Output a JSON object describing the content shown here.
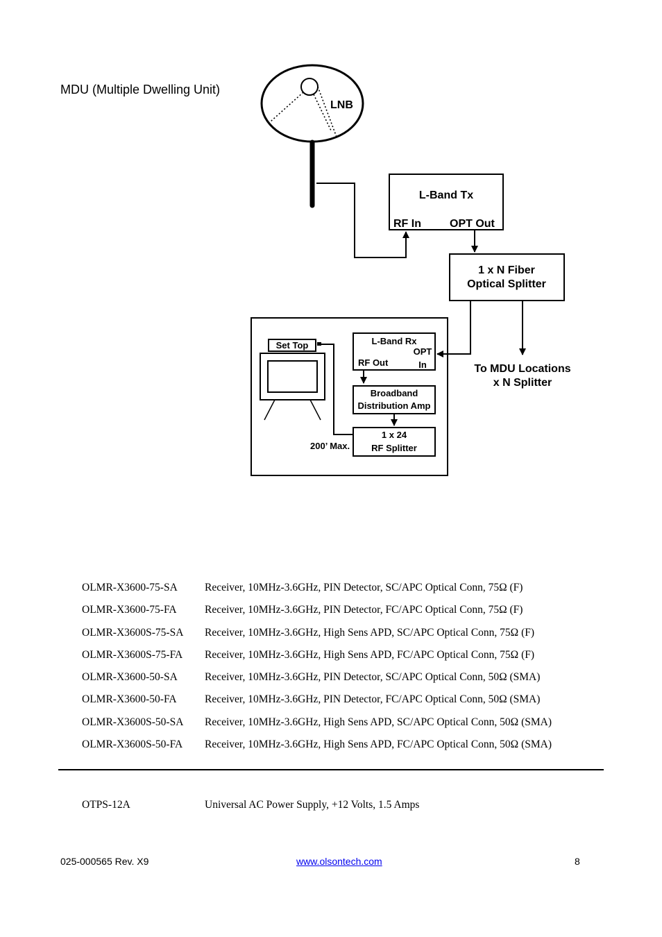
{
  "caption": "MDU (Multiple Dwelling Unit)",
  "diagram": {
    "lnb": "LNB",
    "lband_tx": "L-Band Tx",
    "rf_in": "RF In",
    "opt_out": "OPT Out",
    "splitter_line1": "1 x N Fiber",
    "splitter_line2": "Optical Splitter",
    "mdu_loc_line1": "To MDU Locations",
    "mdu_loc_line2": "x N Splitter",
    "set_top": "Set Top",
    "lband_rx": "L-Band Rx",
    "opt": "OPT",
    "in": "In",
    "rf_out": "RF Out",
    "amp_line1": "Broadband",
    "amp_line2": "Distribution Amp",
    "rf_split_line1": "1 x 24",
    "rf_split_line2": "RF Splitter",
    "max_dist": "200’ Max."
  },
  "parts": [
    {
      "number": "OLMR-X3600-75-SA",
      "description": "Receiver, 10MHz-3.6GHz, PIN Detector, SC/APC Optical Conn, 75Ω (F)"
    },
    {
      "number": "OLMR-X3600-75-FA",
      "description": "Receiver, 10MHz-3.6GHz, PIN Detector, FC/APC Optical Conn, 75Ω (F)"
    },
    {
      "number": "OLMR-X3600S-75-SA",
      "description": "Receiver, 10MHz-3.6GHz, High Sens APD, SC/APC Optical Conn, 75Ω (F)"
    },
    {
      "number": "OLMR-X3600S-75-FA",
      "description": "Receiver, 10MHz-3.6GHz, High Sens APD, FC/APC Optical Conn, 75Ω (F)"
    },
    {
      "number": "OLMR-X3600-50-SA",
      "description": "Receiver, 10MHz-3.6GHz, PIN Detector, SC/APC Optical Conn, 50Ω (SMA)"
    },
    {
      "number": "OLMR-X3600-50-FA",
      "description": "Receiver, 10MHz-3.6GHz, PIN Detector, FC/APC Optical Conn, 50Ω (SMA)"
    },
    {
      "number": "OLMR-X3600S-50-SA",
      "description": "Receiver, 10MHz-3.6GHz, High Sens APD, SC/APC Optical Conn, 50Ω (SMA)"
    },
    {
      "number": "OLMR-X3600S-50-FA",
      "description": "Receiver, 10MHz-3.6GHz, High Sens APD, FC/APC Optical Conn, 50Ω (SMA)"
    }
  ],
  "accessory": {
    "number": "OTPS-12A",
    "description": "Universal AC Power Supply, +12 Volts, 1.5 Amps"
  },
  "footer": {
    "doc_number": "025-000565 Rev. X9",
    "website": "www.olsontech.com",
    "page": "8"
  }
}
